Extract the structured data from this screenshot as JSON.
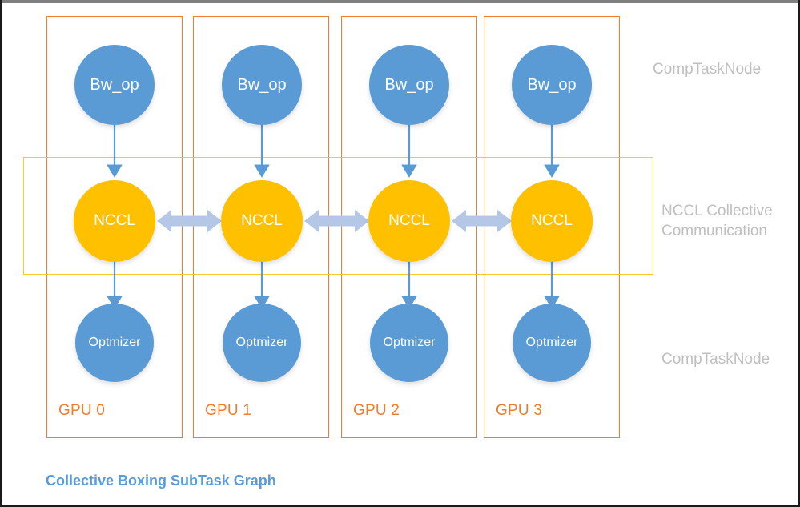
{
  "diagram": {
    "title": "Collective Boxing SubTask Graph",
    "title_color": "#5B9BD5"
  },
  "colors": {
    "gpu_box_border": "#ED7D31",
    "gpu_label": "#ED7D31",
    "nccl_band_border": "#FFC72C",
    "node_blue": "#5B9BD5",
    "node_orange": "#FFC000",
    "connector_blue": "#5B9BD5",
    "bidir_arrow": "#B4C7E7",
    "annotation_gray": "#BFBFBF",
    "frame_top": "#7F7F7F",
    "frame_edge": "#1A1A1A",
    "background": "#FFFFFF"
  },
  "columns": [
    {
      "gpu_label": "GPU 0",
      "nodes": {
        "top": "Bw_op",
        "middle": "NCCL",
        "bottom": "Optmizer"
      }
    },
    {
      "gpu_label": "GPU 1",
      "nodes": {
        "top": "Bw_op",
        "middle": "NCCL",
        "bottom": "Optmizer"
      }
    },
    {
      "gpu_label": "GPU 2",
      "nodes": {
        "top": "Bw_op",
        "middle": "NCCL",
        "bottom": "Optmizer"
      }
    },
    {
      "gpu_label": "GPU 3",
      "nodes": {
        "top": "Bw_op",
        "middle": "NCCL",
        "bottom": "Optmizer"
      }
    }
  ],
  "annotations": {
    "top_row": "CompTaskNode",
    "middle_row": "NCCL Collective\nCommunication",
    "bottom_row": "CompTaskNode"
  },
  "chart_data": {
    "type": "diagram",
    "layout": "grid",
    "rows": [
      "CompTaskNode",
      "NCCL Collective Communication",
      "CompTaskNode"
    ],
    "columns": [
      "GPU 0",
      "GPU 1",
      "GPU 2",
      "GPU 3"
    ],
    "node_rows": [
      {
        "row": 1,
        "label": "Bw_op",
        "shape": "circle",
        "color": "#5B9BD5",
        "count": 4
      },
      {
        "row": 2,
        "label": "NCCL",
        "shape": "circle",
        "color": "#FFC000",
        "count": 4
      },
      {
        "row": 3,
        "label": "Optmizer",
        "shape": "circle",
        "color": "#5B9BD5",
        "count": 4
      }
    ],
    "vertical_edges": [
      {
        "from": "Bw_op",
        "to": "NCCL",
        "style": "arrow-down",
        "count": 4
      },
      {
        "from": "NCCL",
        "to": "Optmizer",
        "style": "arrow-down",
        "count": 4
      }
    ],
    "horizontal_edges": [
      {
        "between": [
          "NCCL (GPU 0)",
          "NCCL (GPU 1)"
        ],
        "style": "bidirectional"
      },
      {
        "between": [
          "NCCL (GPU 1)",
          "NCCL (GPU 2)"
        ],
        "style": "bidirectional"
      },
      {
        "between": [
          "NCCL (GPU 2)",
          "NCCL (GPU 3)"
        ],
        "style": "bidirectional"
      }
    ]
  }
}
